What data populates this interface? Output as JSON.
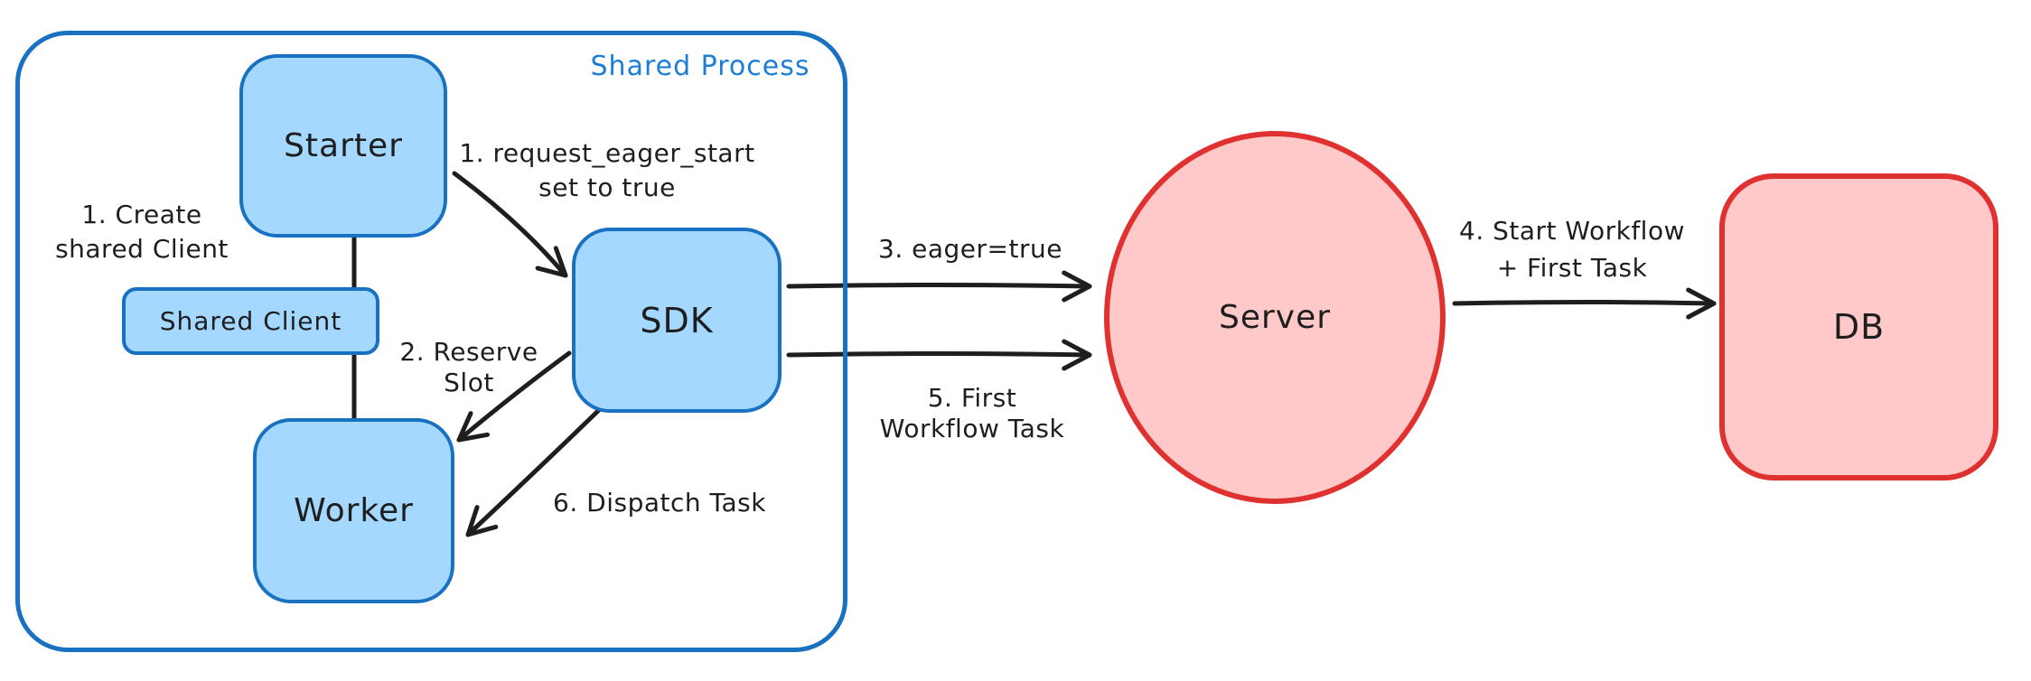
{
  "diagram": {
    "shared_process": {
      "label": "Shared Process",
      "nodes": {
        "starter": {
          "label": "Starter"
        },
        "shared_client": {
          "label": "Shared Client"
        },
        "worker": {
          "label": "Worker"
        },
        "sdk": {
          "label": "SDK"
        }
      }
    },
    "nodes": {
      "server": {
        "label": "Server"
      },
      "db": {
        "label": "DB"
      }
    },
    "annotations": {
      "create_shared_client": {
        "line1": "1. Create",
        "line2": "shared Client"
      },
      "request_eager_start": {
        "line1": "1. request_eager_start",
        "line2": "set to true"
      },
      "reserve_slot": {
        "line1": "2. Reserve",
        "line2": "Slot"
      },
      "eager_true": {
        "line1": "3. eager=true"
      },
      "start_workflow_first_task": {
        "line1": "4. Start Workflow",
        "line2": "+ First Task"
      },
      "first_workflow_task": {
        "line1": "5. First",
        "line2": "Workflow Task"
      },
      "dispatch_task": {
        "line1": "6. Dispatch Task"
      }
    },
    "colors": {
      "blue_stroke": "#1971c2",
      "blue_fill": "#a5d8ff",
      "red_stroke": "#e03131",
      "red_fill": "#ffc9c9",
      "ink": "#1e1e1e",
      "label_blue": "#1c7ed6"
    }
  }
}
